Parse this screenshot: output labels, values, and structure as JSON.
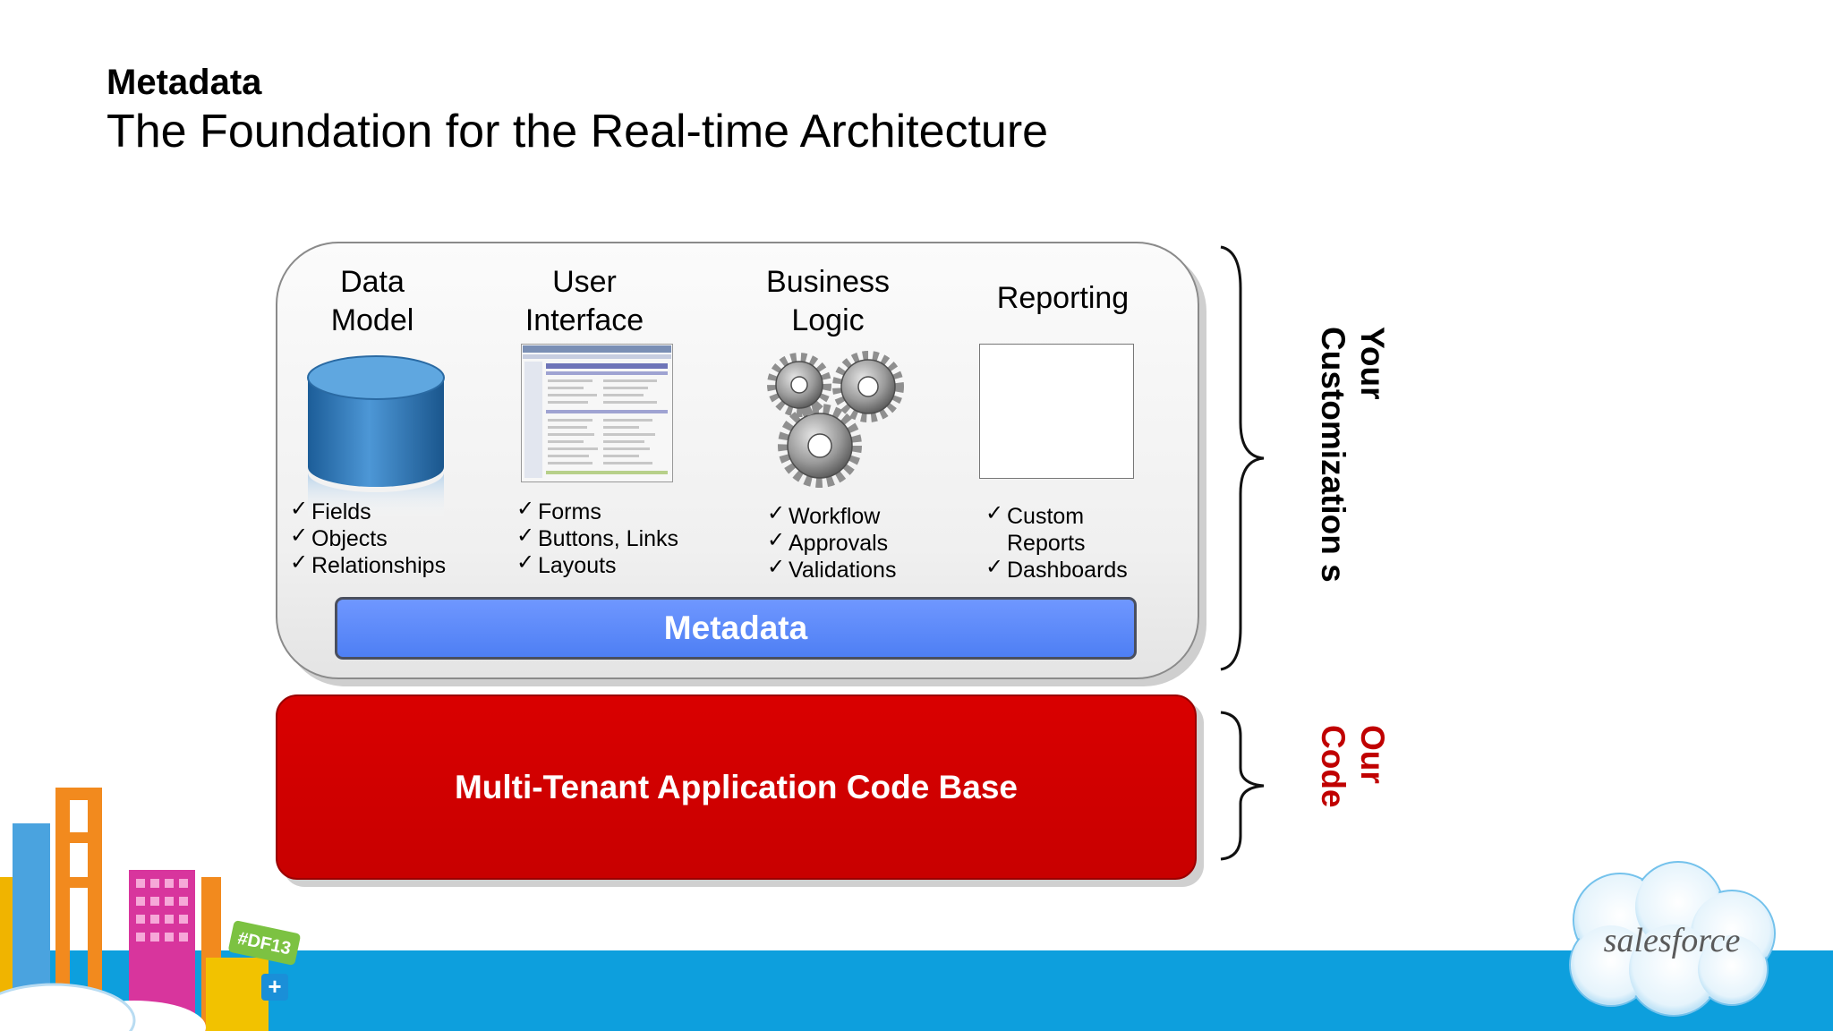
{
  "header": {
    "subtitle": "Metadata",
    "title": "The Foundation for the Real-time Architecture"
  },
  "columns": [
    {
      "title_lines": [
        "Data",
        "Model"
      ],
      "icon": "database-icon",
      "items": [
        "Fields",
        "Objects",
        "Relationships"
      ]
    },
    {
      "title_lines": [
        "User",
        "Interface"
      ],
      "icon": "ui-screenshot-icon",
      "items": [
        "Forms",
        "Buttons, Links",
        "Layouts"
      ]
    },
    {
      "title_lines": [
        "Business",
        "Logic"
      ],
      "icon": "gears-icon",
      "items": [
        "Workflow",
        "Approvals",
        "Validations"
      ]
    },
    {
      "title_lines": [
        "Reporting"
      ],
      "icon": "report-placeholder-icon",
      "items": [
        "Custom",
        "Reports",
        "Dashboards"
      ]
    }
  ],
  "metadata_bar": "Metadata",
  "codebase": "Multi-Tenant Application Code Base",
  "brackets": {
    "customizations": "Your Customization s",
    "our_code": "Our Code"
  },
  "colors": {
    "metadata_blue": "#5585f8",
    "codebase_red": "#cc0000",
    "our_code_text": "#c00000",
    "footer_blue": "#0d9fdd"
  },
  "branding": {
    "logo_text": "salesforce",
    "event_badge": "#DF13"
  }
}
